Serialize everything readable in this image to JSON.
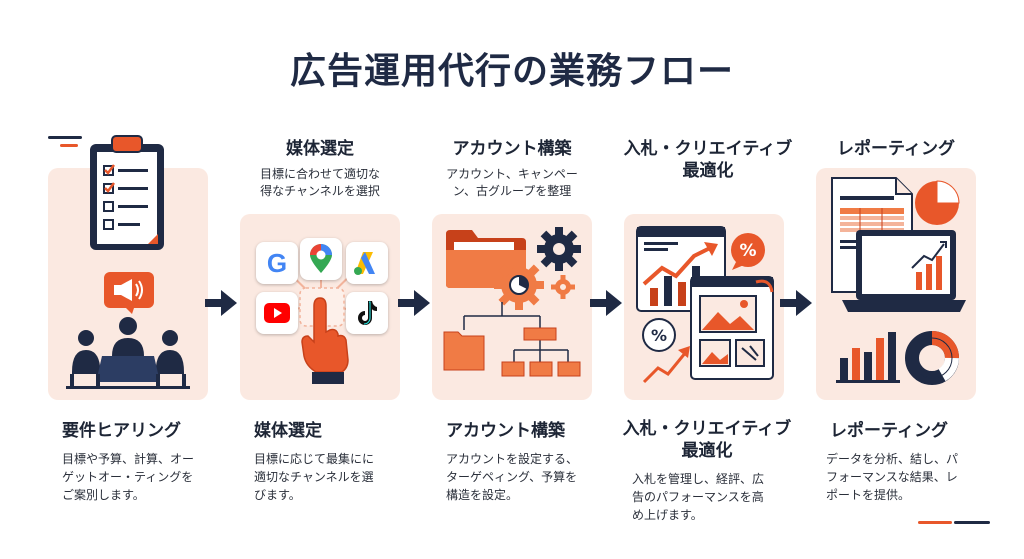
{
  "title": "広告運用代行の業務フロー",
  "colors": {
    "navy": "#1f2a44",
    "orange": "#e8572a",
    "panel": "#fbe9e1"
  },
  "steps": [
    {
      "top_label": "",
      "top_sub": "",
      "heading": "要件ヒアリング",
      "desc": [
        "目標や予算、計算、オー",
        "ゲットオー・ティングを",
        "ご案別します。"
      ],
      "icons": [
        "clipboard-checklist-icon",
        "megaphone-icon",
        "meeting-people-icon"
      ]
    },
    {
      "top_label": "媒体選定",
      "top_sub": [
        "目標に合わせて適切な",
        "得なチャンネルを選択"
      ],
      "heading": "媒体選定",
      "desc": [
        "目標に応じて最集にに",
        "適切なチャンネルを選",
        "びます。"
      ],
      "icons": [
        "google-icon",
        "google-maps-icon",
        "google-ads-icon",
        "youtube-icon",
        "tiktok-icon",
        "pointing-hand-icon"
      ]
    },
    {
      "top_label": "アカウント構築",
      "top_sub": [
        "アカウント、キャンペー",
        "ン、古グループを整理"
      ],
      "heading": "アカウント構築",
      "desc": [
        "アカウントを設定する、",
        "ターゲペィング、予算を",
        "構造を設定。"
      ],
      "icons": [
        "folder-icon",
        "gear-icon",
        "small-gear-icon",
        "hierarchy-icon"
      ]
    },
    {
      "top_label": [
        "入札・クリエイティブ",
        "最適化"
      ],
      "top_sub": "",
      "heading": [
        "入札・クリエイティブ",
        "最適化"
      ],
      "desc": [
        "入札を管理し、経評、広",
        "告のパフォーマンスを高",
        "め上げます。"
      ],
      "icons": [
        "growth-chart-icon",
        "percent-badge-icon",
        "image-window-icon",
        "trend-arrow-icon"
      ]
    },
    {
      "top_label": "レポーティング",
      "top_sub": "",
      "heading": "レポーティング",
      "desc": [
        "データを分析、結し、パ",
        "フォーマンスな結果、レ",
        "ポートを提供。"
      ],
      "icons": [
        "report-document-icon",
        "pie-chart-icon",
        "laptop-chart-icon",
        "bar-chart-icon",
        "donut-chart-icon"
      ]
    }
  ]
}
